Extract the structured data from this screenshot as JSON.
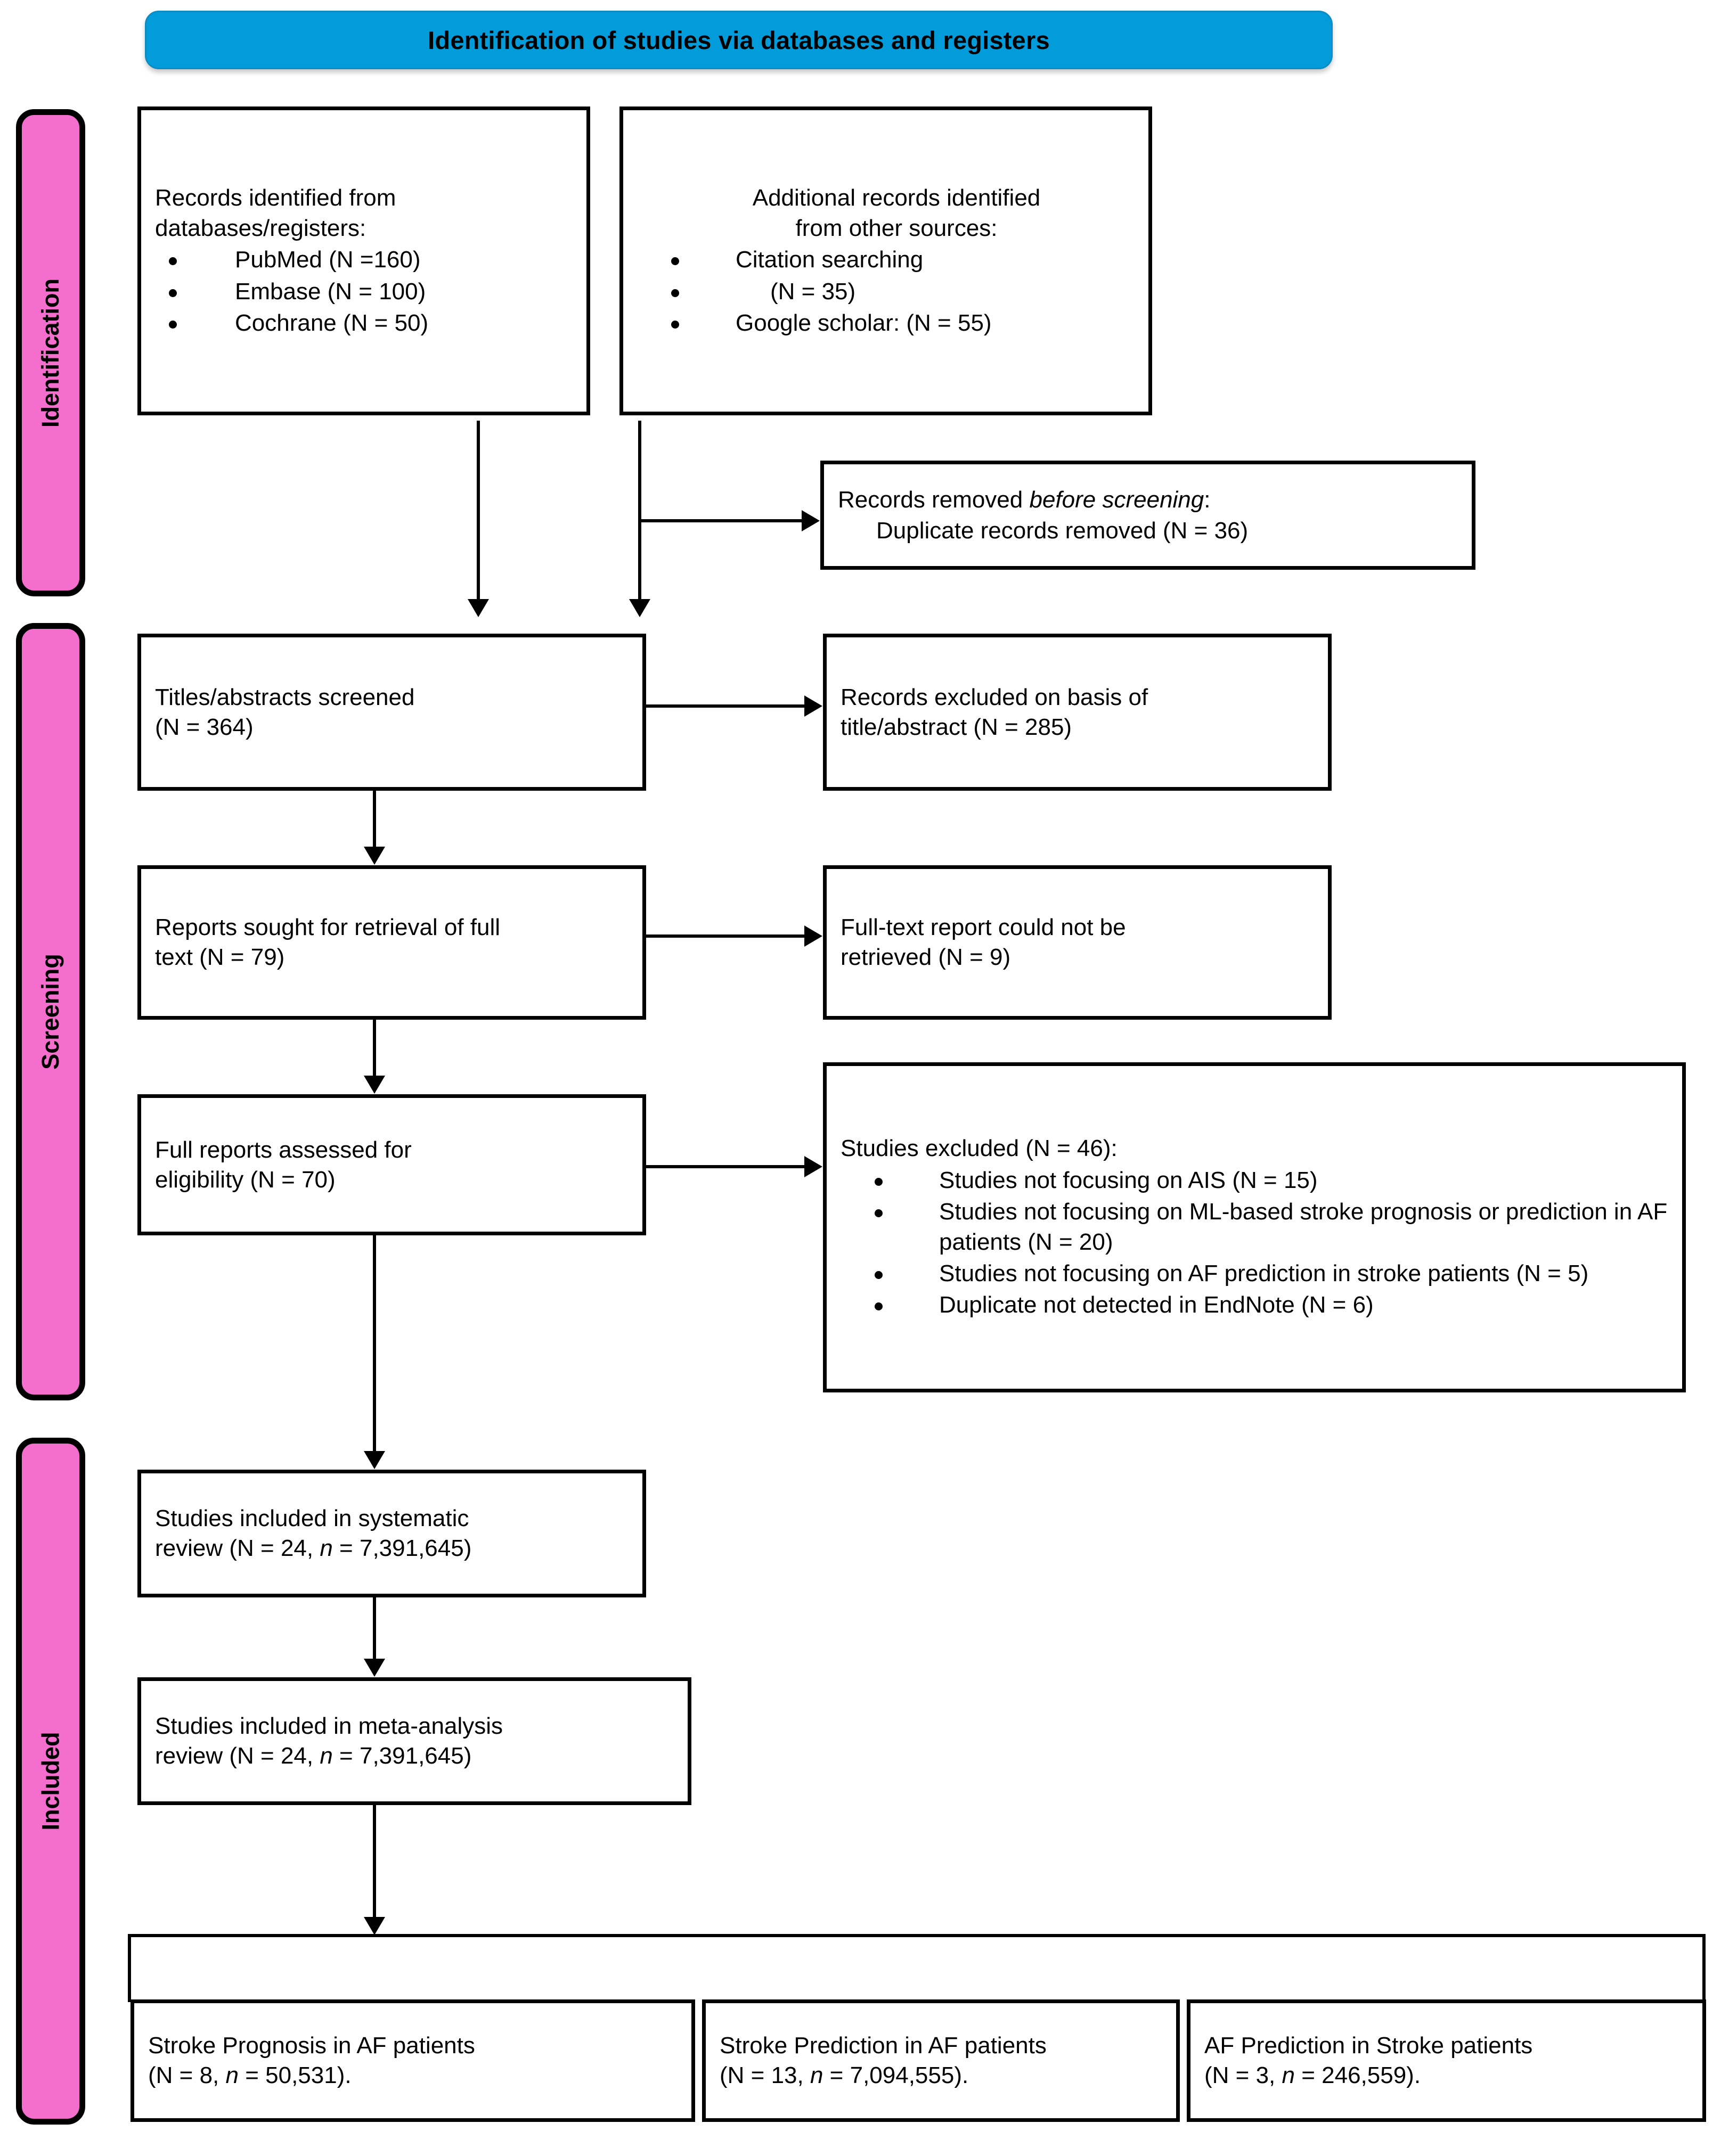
{
  "colors": {
    "banner": "#019CD9",
    "stage": "#F46FCD",
    "line": "#000000",
    "box_fill": "#FFFFFF"
  },
  "banner": {
    "title": "Identification of studies via databases and registers"
  },
  "stages": [
    {
      "key": "identification",
      "label": "Identification"
    },
    {
      "key": "screening",
      "label": "Screening"
    },
    {
      "key": "included",
      "label": "Included"
    }
  ],
  "nodes": {
    "records_identified": {
      "heading_line1": "Records identified from",
      "heading_line2": "databases/registers:",
      "bullets": [
        "PubMed (N =160)",
        "Embase (N = 100)",
        "Cochrane (N = 50)"
      ]
    },
    "additional_records": {
      "heading_line1": "Additional records identified",
      "heading_line2": "from other sources:",
      "bullets": [
        "Citation searching",
        "(N = 35)",
        "Google scholar: (N = 55)"
      ]
    },
    "records_removed": {
      "line1_prefix": "Records removed ",
      "line1_italic": "before screening",
      "line1_suffix": ":",
      "line2": "Duplicate records removed (N = 36)"
    },
    "titles_screened": {
      "line1": "Titles/abstracts screened",
      "line2": "(N = 364)"
    },
    "records_excluded": {
      "line1": "Records excluded on basis of",
      "line2": "title/abstract (N = 285)"
    },
    "reports_sought": {
      "line1": "Reports sought for retrieval of full",
      "line2": "text (N = 79)"
    },
    "fulltext_not_retrieved": {
      "line1": "Full-text report could not be",
      "line2": "retrieved (N = 9)"
    },
    "full_reports_assessed": {
      "line1": "Full reports assessed for",
      "line2": "eligibility (N = 70)"
    },
    "studies_excluded": {
      "heading": "Studies excluded (N = 46):",
      "bullets": [
        "Studies not focusing on AIS (N = 15)",
        "Studies not focusing on ML-based stroke prognosis or prediction in AF patients (N = 20)",
        "Studies not focusing on AF prediction in stroke patients (N = 5)",
        "Duplicate not detected in EndNote (N = 6)"
      ]
    },
    "included_systematic": {
      "line1": "Studies included in systematic",
      "line2_a": "review (N = 24, ",
      "line2_italic": "n",
      "line2_b": " = 7,391,645)"
    },
    "included_meta": {
      "line1": "Studies included in meta-analysis",
      "line2_a": "review (N = 24, ",
      "line2_italic": "n",
      "line2_b": " = 7,391,645)"
    }
  },
  "outcomes": [
    {
      "key": "stroke-prognosis-af",
      "line1": "Stroke Prognosis in AF patients",
      "line2_a": "(N = 8, ",
      "line2_italic": "n",
      "line2_b": " = 50,531)."
    },
    {
      "key": "stroke-prediction-af",
      "line1": "Stroke Prediction in AF patients",
      "line2_a": "(N = 13, ",
      "line2_italic": "n",
      "line2_b": " = 7,094,555)."
    },
    {
      "key": "af-prediction-stroke",
      "line1": "AF Prediction in Stroke patients",
      "line2_a": "(N = 3, ",
      "line2_italic": "n",
      "line2_b": " = 246,559)."
    }
  ]
}
